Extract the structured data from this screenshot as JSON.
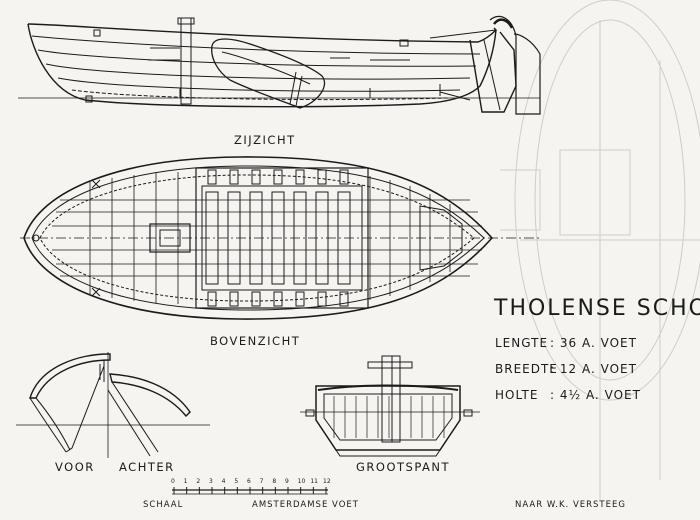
{
  "views": {
    "side": "ZIJZICHT",
    "top": "BOVENZICHT",
    "bow": "VOOR",
    "stern": "ACHTER",
    "midsection": "GROOTSPANT"
  },
  "title": "THOLENSE SCHOUW",
  "specs": [
    {
      "label": "LENGTE",
      "value": ": 36 A. VOET"
    },
    {
      "label": "BREEDTE",
      "value": ": 12 A. VOET"
    },
    {
      "label": "HOLTE",
      "value": ": 4½ A. VOET"
    }
  ],
  "scale": {
    "label": "SCHAAL",
    "unit": "AMSTERDAMSE  VOET",
    "ticks": [
      "0",
      "1",
      "2",
      "3",
      "4",
      "5",
      "6",
      "7",
      "8",
      "9",
      "10",
      "11",
      "12"
    ]
  },
  "credit": "NAAR W.K. VERSTEEG",
  "colors": {
    "ink": "#1b1b1b",
    "paper": "#f5f4f0",
    "ghost": "#cfcdc6"
  }
}
